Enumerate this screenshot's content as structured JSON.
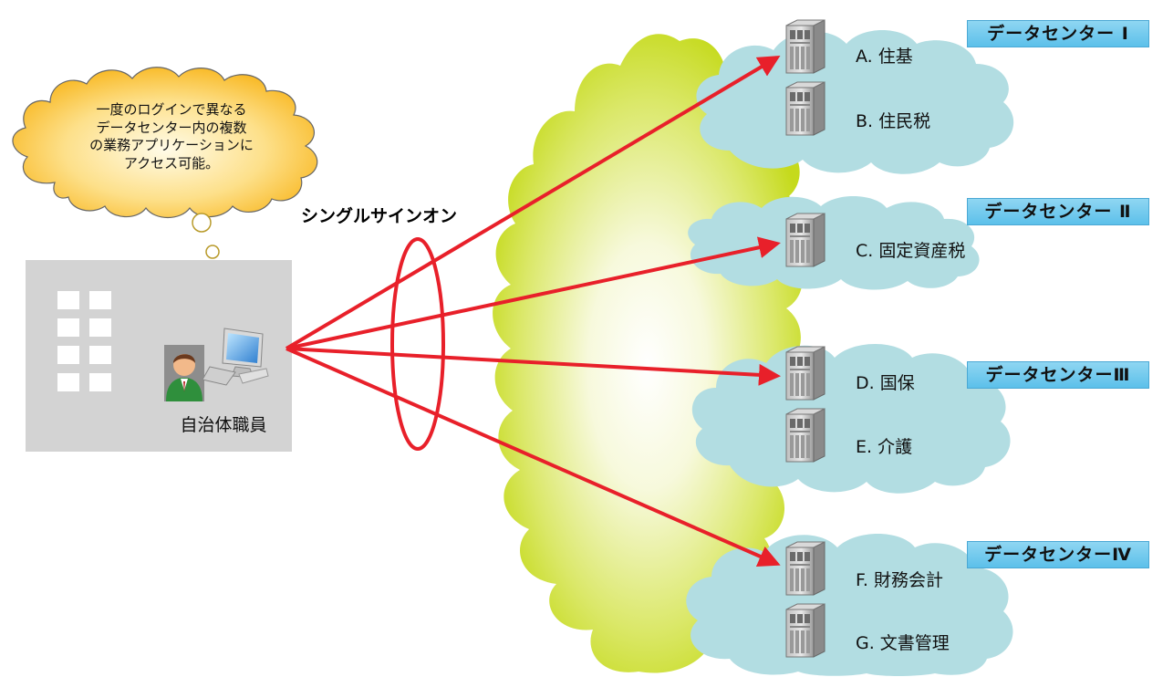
{
  "thought_bubble": {
    "text": "一度のログインで異なる\nデータセンター内の複数\nの業務アプリケーションに\nアクセス可能。"
  },
  "sso_label": "シングルサインオン",
  "office": {
    "staff_label": "自治体職員"
  },
  "data_centers": [
    {
      "label": "データセンター Ⅰ",
      "apps": [
        "A. 住基",
        "B. 住民税"
      ]
    },
    {
      "label": "データセンター Ⅱ",
      "apps": [
        "C. 固定資産税"
      ]
    },
    {
      "label": "データセンターⅢ",
      "apps": [
        "D. 国保",
        "E. 介護"
      ]
    },
    {
      "label": "データセンターⅣ",
      "apps": [
        "F. 財務会計",
        "G. 文書管理"
      ]
    }
  ],
  "colors": {
    "arrow": "#e8202a",
    "cloud_fill": "#b2dde2",
    "network_cloud": "#c8dc1e",
    "thought_fill": "#fcc22a",
    "office_fill": "#d3d3d3",
    "dc_label_fill": "#6cc6ee"
  },
  "icons": [
    "server-icon",
    "person-icon",
    "computer-icon",
    "thought-bubble",
    "cloud"
  ]
}
